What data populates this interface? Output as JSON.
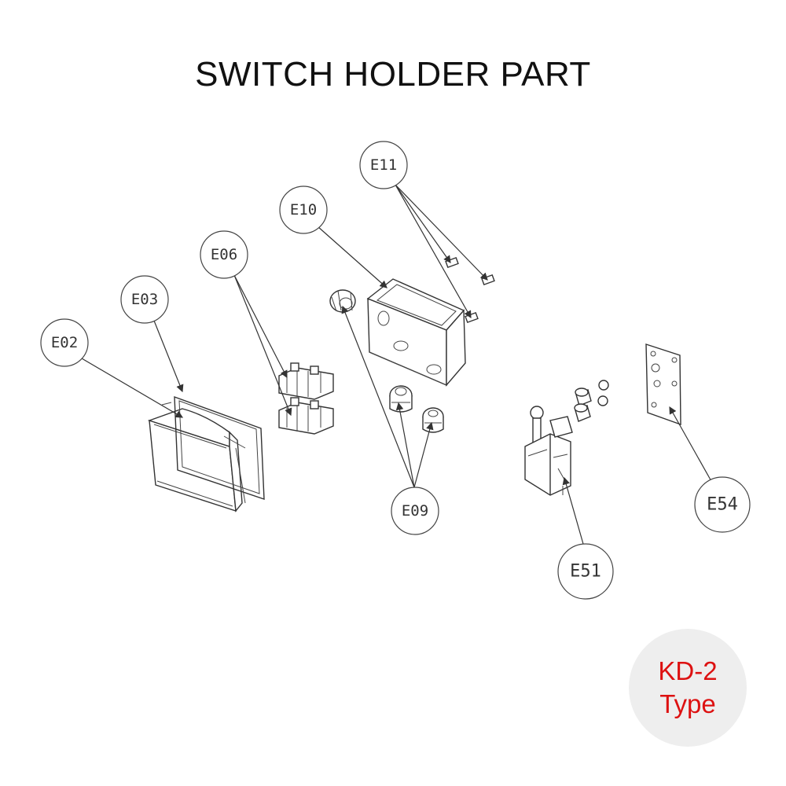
{
  "title": "SWITCH HOLDER PART",
  "badge": {
    "line1": "KD-2",
    "line2": "Type",
    "text_color": "#dd1111",
    "background": "#eeeeee"
  },
  "callouts": {
    "e02": "E02",
    "e03": "E03",
    "e06": "E06",
    "e09": "E09",
    "e10": "E10",
    "e11": "E11",
    "e51": "E51",
    "e54": "E54"
  }
}
